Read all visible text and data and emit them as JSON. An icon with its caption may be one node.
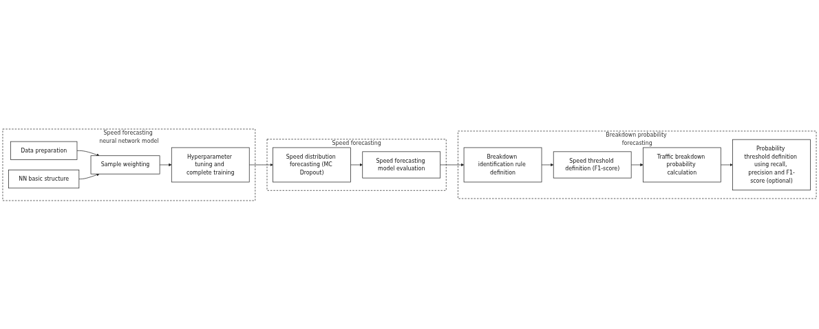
{
  "diagram": {
    "nodes": [
      {
        "text": [
          "Speed forecasting neural network model"
        ]
      },
      {
        "text": [
          "Data preparation"
        ],
        "in": 0
      },
      {
        "text": [
          "NN basic structure"
        ],
        "in": 0
      },
      {
        "text": [
          "Sample weighting"
        ],
        "in": 0
      },
      {
        "text": [
          "Hyperparameter tuning and complete training"
        ],
        "in": 0
      },
      {
        "text": [
          "Speed forecasting"
        ]
      },
      {
        "text": [
          "Speed distribution forecasting (MC Dropout)"
        ],
        "in": 5
      },
      {
        "text": [
          "Speed forecasting model evaluation"
        ],
        "in": 5
      },
      {
        "text": [
          "Breakdown probability forecasting"
        ]
      },
      {
        "text": [
          "Breakdown identification rule definition"
        ],
        "in": 8
      },
      {
        "text": [
          "Speed threshold definition (F1-score)"
        ],
        "in": 8
      },
      {
        "text": [
          "Traffic breakdown probability calculation"
        ],
        "in": 8
      },
      {
        "text": [
          "Probability threshold definition using recall, precision and F1-score (optional)"
        ],
        "in": 8
      }
    ],
    "edges": [
      {
        "from": 1,
        "to": 3,
        "arrow": "to"
      },
      {
        "from": 2,
        "to": 3,
        "arrow": "to"
      },
      {
        "from": 3,
        "to": 4,
        "arrow": "to"
      },
      {
        "from": 4,
        "to": 6,
        "arrow": "to"
      },
      {
        "from": 6,
        "to": 7,
        "arrow": "to"
      },
      {
        "from": 7,
        "to": 9,
        "arrow": "to"
      },
      {
        "from": 9,
        "to": 10,
        "arrow": "to"
      },
      {
        "from": 10,
        "to": 11,
        "arrow": "to"
      },
      {
        "from": 11,
        "to": 12,
        "arrow": "to"
      }
    ]
  }
}
